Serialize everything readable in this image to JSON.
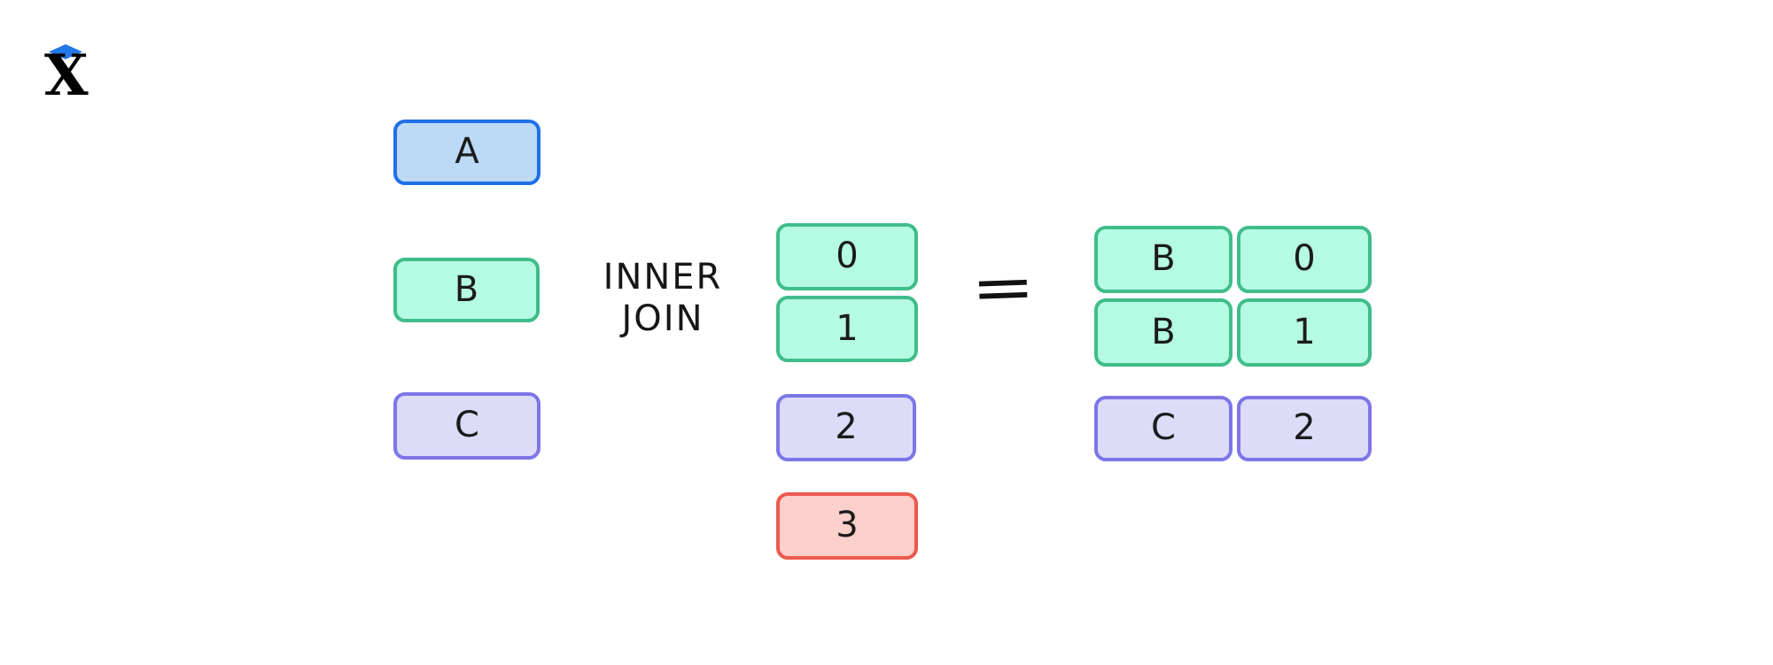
{
  "logo": {
    "letter": "X",
    "diamond_color": "#2478e8",
    "letter_color": "#000000"
  },
  "colors": {
    "blue": {
      "fill": "#bcd9f6",
      "stroke": "#1f6fe8"
    },
    "green": {
      "fill": "#b5fbe4",
      "stroke": "#3fbd8a"
    },
    "purple": {
      "fill": "#dcdcf9",
      "stroke": "#7d76e8"
    },
    "red": {
      "fill": "#fbcfca",
      "stroke": "#ec5a4f"
    }
  },
  "diagram": {
    "operator": {
      "line1": "INNER",
      "line2": "JOIN"
    },
    "equals": "=",
    "left_table": {
      "items": [
        {
          "label": "A",
          "color": "blue"
        },
        {
          "label": "B",
          "color": "green"
        },
        {
          "label": "C",
          "color": "purple"
        }
      ]
    },
    "right_table": {
      "items": [
        {
          "label": "0",
          "color": "green"
        },
        {
          "label": "1",
          "color": "green"
        },
        {
          "label": "2",
          "color": "purple"
        },
        {
          "label": "3",
          "color": "red"
        }
      ]
    },
    "result": {
      "rows": [
        {
          "left": "B",
          "right": "0",
          "color": "green"
        },
        {
          "left": "B",
          "right": "1",
          "color": "green"
        },
        {
          "left": "C",
          "right": "2",
          "color": "purple"
        }
      ]
    }
  }
}
